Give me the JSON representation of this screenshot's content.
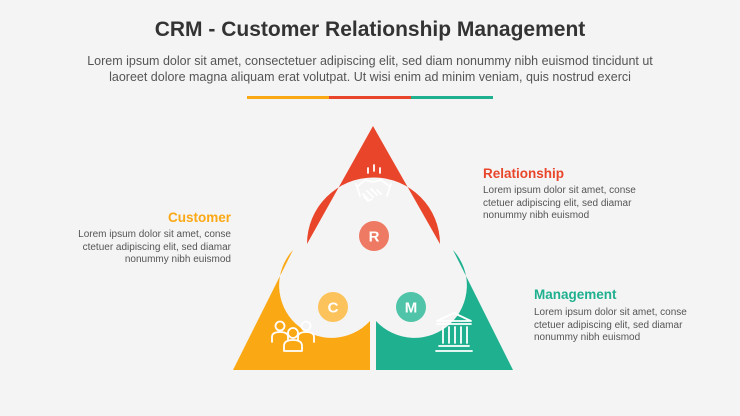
{
  "title": "CRM - Customer Relationship Management",
  "subtitle_line1": "Lorem ipsum dolor sit amet, consectetuer adipiscing elit, sed diam nonummy nibh euismod tincidunt ut",
  "subtitle_line2": "laoreet dolore magna aliquam erat volutpat. Ut wisi enim ad minim veniam, quis nostrud exerci",
  "colors": {
    "orange": "#fba815",
    "red": "#e9452a",
    "teal": "#1fb08f",
    "text": "#333333",
    "background": "#f4f4f4"
  },
  "segments": {
    "relationship": {
      "letter": "R",
      "icon": "handshake-icon",
      "heading": "Relationship",
      "body": [
        "Lorem ipsum dolor sit amet, conse",
        "ctetuer adipiscing elit, sed diamar",
        "nonummy nibh euismod"
      ]
    },
    "customer": {
      "letter": "C",
      "icon": "people-group-icon",
      "heading": "Customer",
      "body": [
        "Lorem ipsum dolor sit amet, conse",
        "ctetuer adipiscing elit, sed diamar",
        "nonummy nibh euismod"
      ]
    },
    "management": {
      "letter": "M",
      "icon": "institution-building-icon",
      "heading": "Management",
      "body": [
        "Lorem ipsum dolor sit amet, conse",
        "ctetuer adipiscing elit, sed diamar",
        "nonummy nibh euismod"
      ]
    }
  }
}
